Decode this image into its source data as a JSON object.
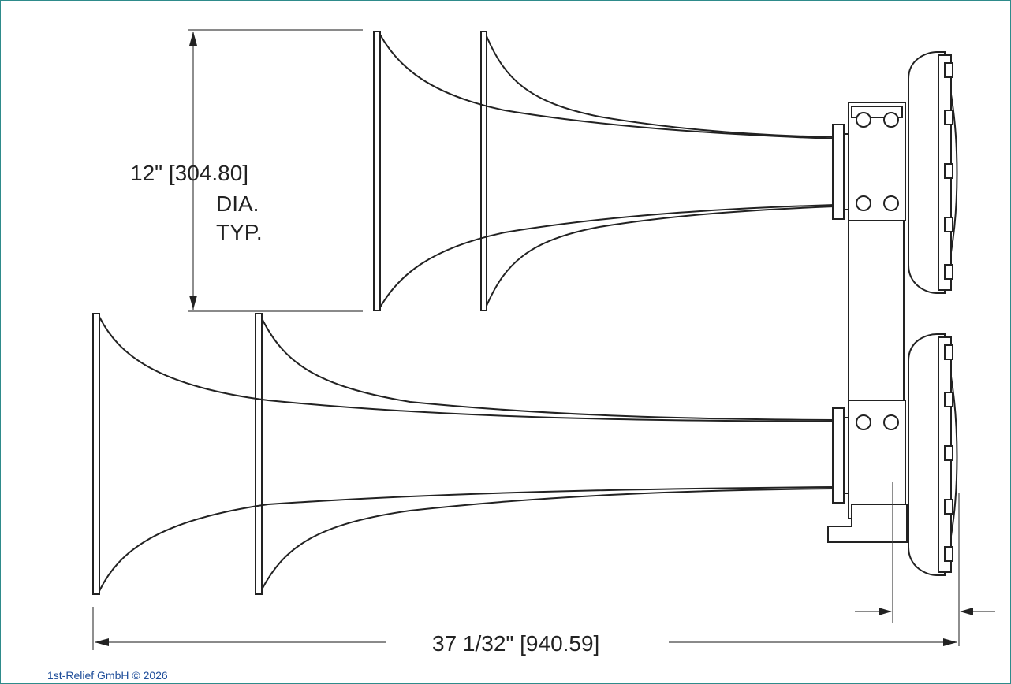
{
  "dimensions": {
    "diameter_value": "12\" [304.80]",
    "diameter_note_line1": "DIA.",
    "diameter_note_line2": "TYP.",
    "overall_length": "37 1/32\" [940.59]"
  },
  "footer": {
    "copyright": "1st-Relief GmbH © 2026"
  },
  "colors": {
    "line": "#222222",
    "frame": "#2e8b8b",
    "copyright": "#1f4e9a"
  }
}
